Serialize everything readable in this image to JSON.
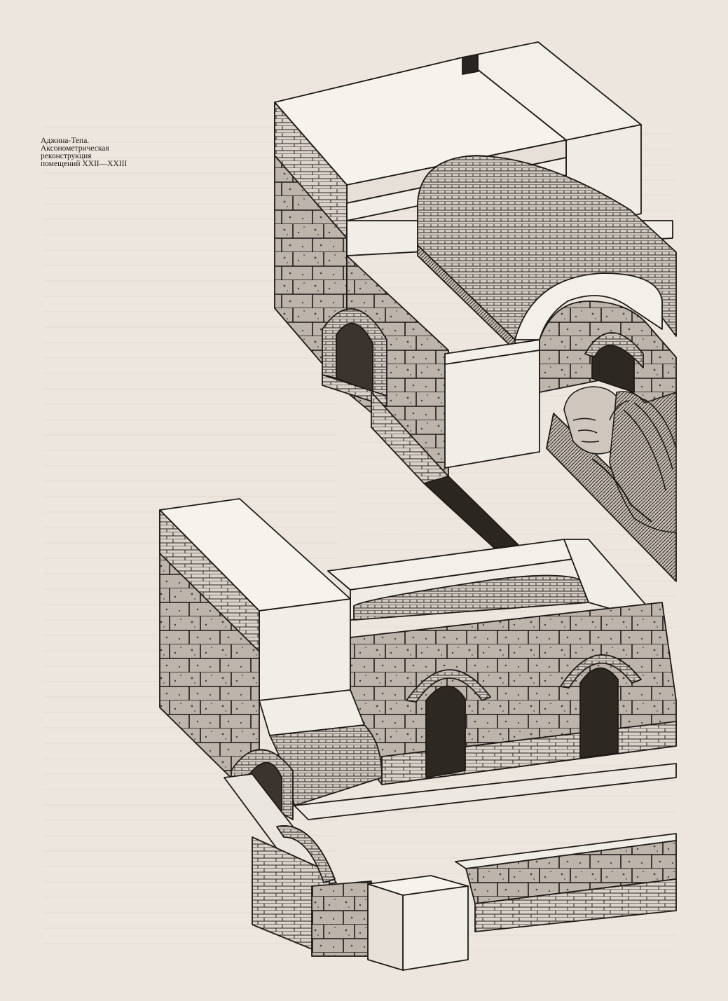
{
  "caption": {
    "line1": "Аджина-Тепа.",
    "line2": "Аксонометрическая",
    "line3": "реконструкция",
    "line4": "помещений  XXII—XXIII"
  },
  "illustration": {
    "subject": "axonometric-reconstruction",
    "ink_color": "#1e1a17",
    "paper_color": "#ece6df"
  }
}
